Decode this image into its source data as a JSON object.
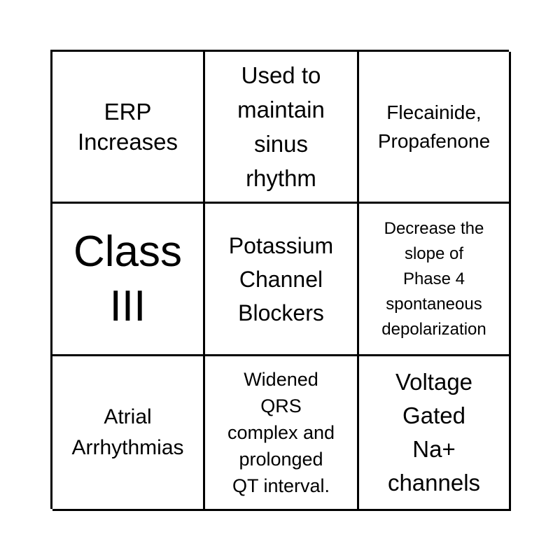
{
  "card": {
    "type": "bingo-card",
    "grid": {
      "rows": 3,
      "columns": 3
    },
    "colors": {
      "background": "#ffffff",
      "border": "#000000",
      "text": "#000000"
    },
    "cells": [
      {
        "position": "row1-col1",
        "text": "ERP\nIncreases",
        "is_free_space": false
      },
      {
        "position": "row1-col2",
        "text": "Used to\nmaintain\nsinus\nrhythm",
        "is_free_space": false
      },
      {
        "position": "row1-col3",
        "text": "Flecainide,\nPropafenone",
        "is_free_space": false
      },
      {
        "position": "row2-col1",
        "text": "Class\nIII",
        "is_free_space": true
      },
      {
        "position": "row2-col2",
        "text": "Potassium\nChannel\nBlockers",
        "is_free_space": false
      },
      {
        "position": "row2-col3",
        "text": "Decrease the\nslope of\nPhase 4\nspontaneous\ndepolarization",
        "is_free_space": false
      },
      {
        "position": "row3-col1",
        "text": "Atrial\nArrhythmias",
        "is_free_space": false
      },
      {
        "position": "row3-col2",
        "text": "Widened\nQRS\ncomplex and\nprolonged\nQT interval.",
        "is_free_space": false
      },
      {
        "position": "row3-col3",
        "text": "Voltage\nGated\nNa+\nchannels",
        "is_free_space": false
      }
    ]
  }
}
